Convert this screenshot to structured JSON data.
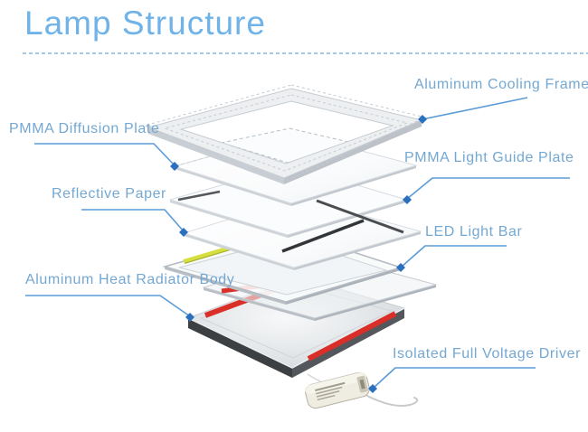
{
  "title": "Lamp Structure",
  "labels": [
    {
      "id": "aluminum-cooling-frame",
      "text": "Aluminum Cooling Frame"
    },
    {
      "id": "pmma-diffusion-plate",
      "text": "PMMA Diffusion Plate"
    },
    {
      "id": "pmma-light-guide-plate",
      "text": "PMMA Light Guide Plate"
    },
    {
      "id": "reflective-paper",
      "text": "Reflective Paper"
    },
    {
      "id": "led-light-bar",
      "text": "LED Light Bar"
    },
    {
      "id": "aluminum-heat-radiator-body",
      "text": "Aluminum Heat Radiator Body"
    },
    {
      "id": "isolated-full-voltage-driver",
      "text": "Isolated Full Voltage Driver"
    }
  ],
  "colors": {
    "title_blue": "#6fb3e8",
    "label_blue": "#74a8d2",
    "leader_line": "#5b9bd5",
    "anchor_dot": "#2a70be",
    "led_strip_red": "#da2e28",
    "led_bar_yellow": "#d7df40",
    "radiator_rim_dark": "#3c4043",
    "frame_metal": "#edeff1"
  }
}
